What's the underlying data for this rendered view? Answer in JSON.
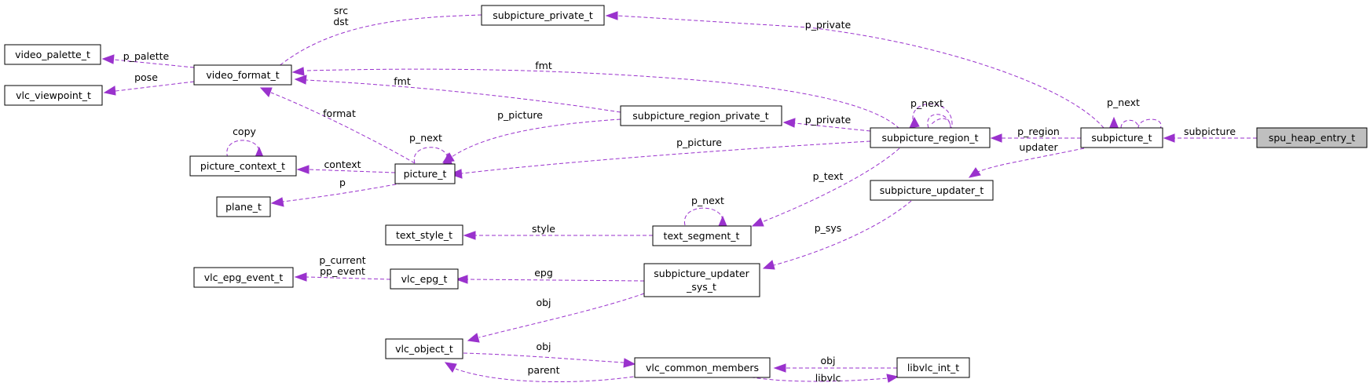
{
  "diagram": {
    "nodes": {
      "spu_heap_entry_t": "spu_heap_entry_t",
      "subpicture_t": "subpicture_t",
      "subpicture_region_t": "subpicture_region_t",
      "subpicture_private_t": "subpicture_private_t",
      "video_format_t": "video_format_t",
      "video_palette_t": "video_palette_t",
      "vlc_viewpoint_t": "vlc_viewpoint_t",
      "subpicture_region_private_t": "subpicture_region_private_t",
      "picture_t": "picture_t",
      "picture_context_t": "picture_context_t",
      "plane_t": "plane_t",
      "text_segment_t": "text_segment_t",
      "text_style_t": "text_style_t",
      "subpicture_updater_t": "subpicture_updater_t",
      "subpicture_updater_sys_t_line1": "subpicture_updater",
      "subpicture_updater_sys_t_line2": "_sys_t",
      "vlc_epg_t": "vlc_epg_t",
      "vlc_epg_event_t": "vlc_epg_event_t",
      "vlc_object_t": "vlc_object_t",
      "vlc_common_members": "vlc_common_members",
      "libvlc_int_t": "libvlc_int_t"
    },
    "edge_labels": {
      "subpicture": "subpicture",
      "p_next_subpicture": "p_next",
      "p_private_subpicture": "p_private",
      "p_region": "p_region",
      "updater": "updater",
      "p_next_region": "p_next",
      "fmt_region": "fmt",
      "p_private_region": "p_private",
      "p_picture_region": "p_picture",
      "p_text": "p_text",
      "src": "src",
      "dst": "dst",
      "p_palette": "p_palette",
      "pose": "pose",
      "fmt_region_private": "fmt",
      "p_picture_region_private": "p_picture",
      "format": "format",
      "p_next_picture": "p_next",
      "context": "context",
      "copy": "copy",
      "p": "p",
      "p_next_text": "p_next",
      "style": "style",
      "p_sys": "p_sys",
      "epg": "epg",
      "p_current": "p_current",
      "pp_event": "pp_event",
      "obj_sys": "obj",
      "obj_common": "obj",
      "parent": "parent",
      "obj_libvlc": "obj",
      "libvlc": "libvlc"
    },
    "colors": {
      "edge": "#9a32cd",
      "root_fill": "#bfbfbf",
      "node_fill": "#ffffff",
      "node_border": "#000000"
    }
  }
}
